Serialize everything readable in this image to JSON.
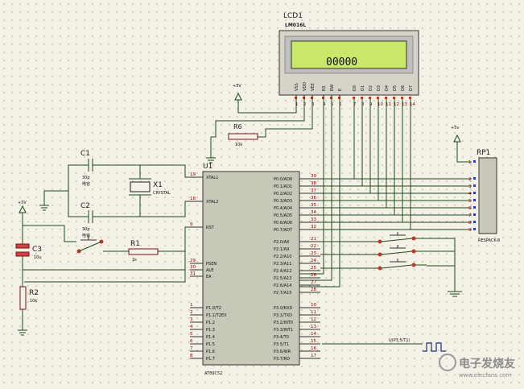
{
  "lcd": {
    "ref": "LCD1",
    "part": "LM016L",
    "display_text": "00000",
    "pins": [
      "VSS",
      "VDD",
      "VEE",
      "RS",
      "RW",
      "E",
      "D0",
      "D1",
      "D2",
      "D3",
      "D4",
      "D5",
      "D6",
      "D7"
    ],
    "pin_numbers": [
      "1",
      "2",
      "3",
      "4",
      "5",
      "6",
      "7",
      "8",
      "9",
      "10",
      "11",
      "12",
      "13",
      "14"
    ]
  },
  "power": {
    "vcc_label": "+5V",
    "vcc_label_rp": "+5v"
  },
  "r6": {
    "ref": "R6",
    "value": "10k"
  },
  "c1": {
    "ref": "C1",
    "value": "30p",
    "desc": "电容"
  },
  "c2": {
    "ref": "C2",
    "value": "30p",
    "desc": "电容"
  },
  "x1": {
    "ref": "X1",
    "desc": "CRYSTAL"
  },
  "c3": {
    "ref": "C3",
    "value": "10u"
  },
  "r1": {
    "ref": "R1",
    "value": "1k"
  },
  "r2": {
    "ref": "R2",
    "value": "10k"
  },
  "rp1": {
    "ref": "RP1",
    "part": "RESPACK-8",
    "pins": [
      "1",
      "2",
      "3",
      "4",
      "5",
      "6",
      "7",
      "8",
      "9"
    ]
  },
  "mcu": {
    "ref": "U1",
    "part": "AT89C52",
    "left_top": [
      {
        "name": "XTAL1",
        "num": "19"
      },
      {
        "name": "XTAL2",
        "num": "18"
      },
      {
        "name": "RST",
        "num": "9"
      },
      {
        "name": "PSEN",
        "num": "29"
      },
      {
        "name": "ALE",
        "num": "30"
      },
      {
        "name": "EA",
        "num": "31"
      }
    ],
    "p1": [
      {
        "name": "P1.0/T2",
        "num": "1"
      },
      {
        "name": "P1.1/T2EX",
        "num": "2"
      },
      {
        "name": "P1.2",
        "num": "3"
      },
      {
        "name": "P1.3",
        "num": "4"
      },
      {
        "name": "P1.4",
        "num": "5"
      },
      {
        "name": "P1.5",
        "num": "6"
      },
      {
        "name": "P1.6",
        "num": "7"
      },
      {
        "name": "P1.7",
        "num": "8"
      }
    ],
    "p0": [
      {
        "name": "P0.0/AD0",
        "num": "39"
      },
      {
        "name": "P0.1/AD1",
        "num": "38"
      },
      {
        "name": "P0.2/AD2",
        "num": "37"
      },
      {
        "name": "P0.3/AD3",
        "num": "36"
      },
      {
        "name": "P0.4/AD4",
        "num": "35"
      },
      {
        "name": "P0.5/AD5",
        "num": "34"
      },
      {
        "name": "P0.6/AD6",
        "num": "33"
      },
      {
        "name": "P0.7/AD7",
        "num": "32"
      }
    ],
    "p2": [
      {
        "name": "P2.0/A8",
        "num": "21"
      },
      {
        "name": "P2.1/A9",
        "num": "22"
      },
      {
        "name": "P2.2/A10",
        "num": "23"
      },
      {
        "name": "P2.3/A11",
        "num": "24"
      },
      {
        "name": "P2.4/A12",
        "num": "25"
      },
      {
        "name": "P2.5/A13",
        "num": "26"
      },
      {
        "name": "P2.6/A14",
        "num": "27"
      },
      {
        "name": "P2.7/A15",
        "num": "28"
      }
    ],
    "p3": [
      {
        "name": "P3.0/RXD",
        "num": "10"
      },
      {
        "name": "P3.1/TXD",
        "num": "11"
      },
      {
        "name": "P3.2/INT0",
        "num": "12"
      },
      {
        "name": "P3.3/INT1",
        "num": "13"
      },
      {
        "name": "P3.4/T0",
        "num": "14"
      },
      {
        "name": "P3.5/T1",
        "num": "15"
      },
      {
        "name": "P3.6/WR",
        "num": "16"
      },
      {
        "name": "P3.7/RD",
        "num": "17"
      }
    ]
  },
  "signal": {
    "label": "U(P3.5/T1)"
  },
  "watermark": {
    "text": "电子发烧友",
    "url": "www.elecfans.com"
  },
  "colors": {
    "wire": "#1b4a1b",
    "body": "#7a1414",
    "lcd_screen": "#c9e868",
    "chip": "#c8c8b9"
  }
}
